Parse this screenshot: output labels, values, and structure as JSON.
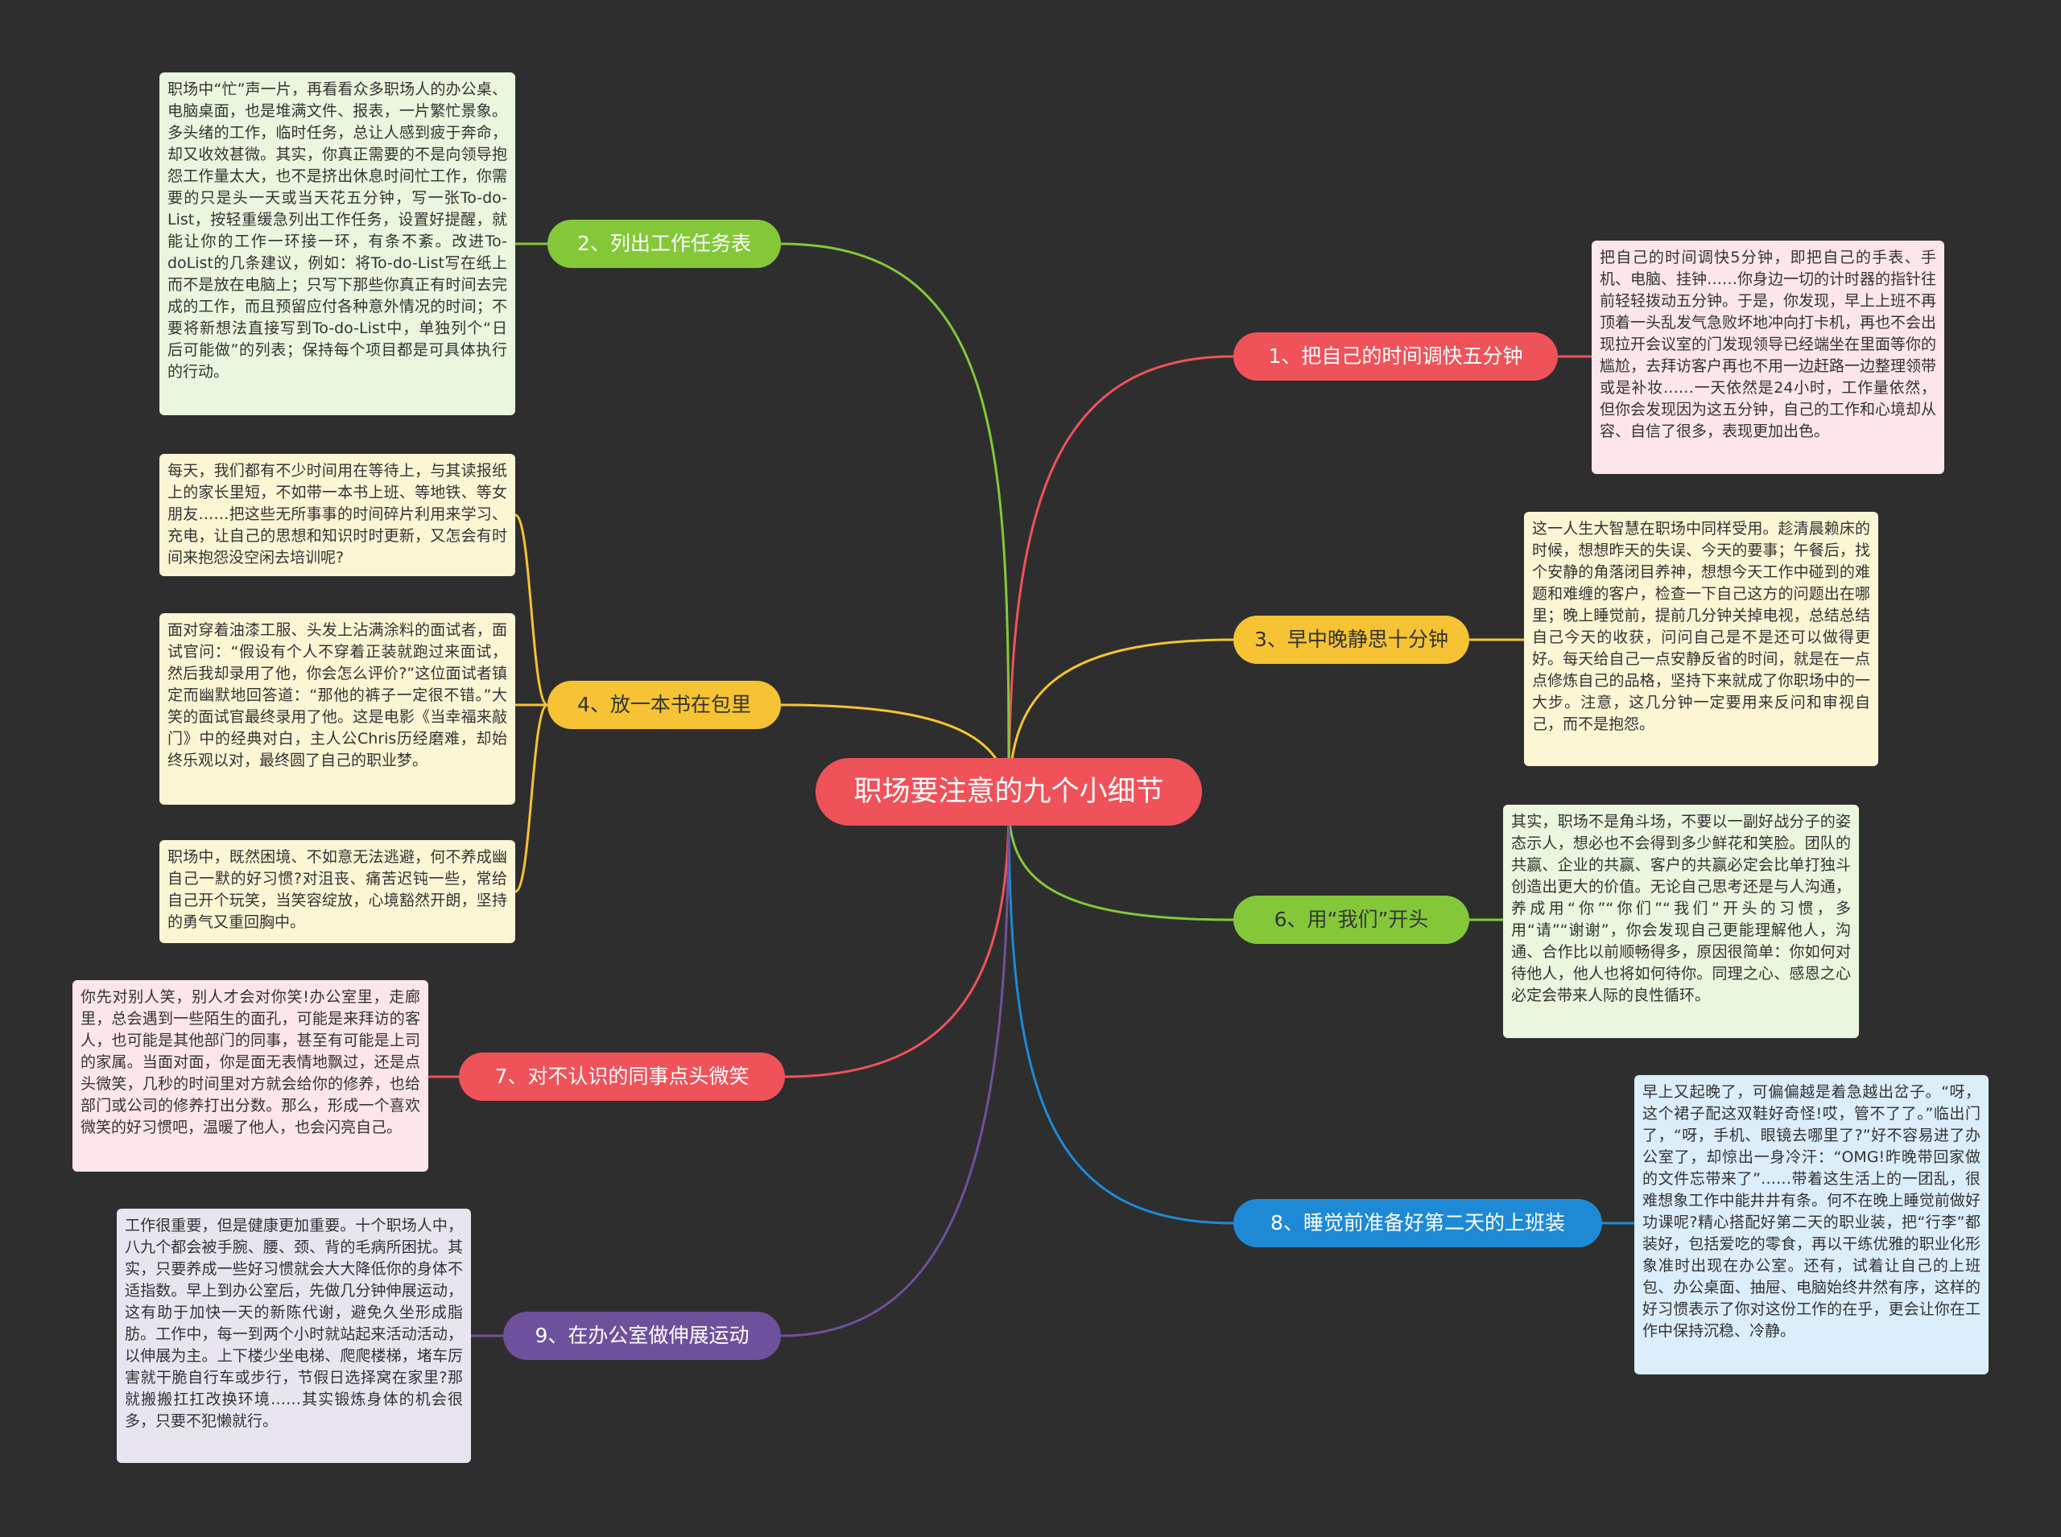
{
  "colors": {
    "background": "#2e2e2e",
    "root": "#f0525a",
    "red": "#f0525a",
    "green": "#84c83a",
    "yellow": "#f5c333",
    "blue": "#1e8ad6",
    "purple": "#6e519c"
  },
  "root": {
    "title": "职场要注意的九个小细节"
  },
  "branches": [
    {
      "label": "1、把自己的时间调快五分钟",
      "notes": [
        "把自己的时间调快5分钟，即把自己的手表、手机、电脑、挂钟……你身边一切的计时器的指针往前轻轻拨动五分钟。于是，你发现，早上上班不再顶着一头乱发气急败坏地冲向打卡机，再也不会出现拉开会议室的门发现领导已经端坐在里面等你的尴尬，去拜访客户再也不用一边赶路一边整理领带或是补妆……一天依然是24小时，工作量依然，但你会发现因为这五分钟，自己的工作和心境却从容、自信了很多，表现更加出色。"
      ]
    },
    {
      "label": "2、列出工作任务表",
      "notes": [
        "职场中“忙”声一片，再看看众多职场人的办公桌、电脑桌面，也是堆满文件、报表，一片繁忙景象。多头绪的工作，临时任务，总让人感到疲于奔命，却又收效甚微。其实，你真正需要的不是向领导抱怨工作量太大，也不是挤出休息时间忙工作，你需要的只是头一天或当天花五分钟，写一张To-do-List，按轻重缓急列出工作任务，设置好提醒，就能让你的工作一环接一环，有条不紊。改进To-doList的几条建议，例如：将To-do-List写在纸上而不是放在电脑上；只写下那些你真正有时间去完成的工作，而且预留应付各种意外情况的时间；不要将新想法直接写到To-do-List中，单独列个“日后可能做”的列表；保持每个项目都是可具体执行的行动。"
      ]
    },
    {
      "label": "3、早中晚静思十分钟",
      "notes": [
        "这一人生大智慧在职场中同样受用。趁清晨赖床的时候，想想昨天的失误、今天的要事；午餐后，找个安静的角落闭目养神，想想今天工作中碰到的难题和难缠的客户，检查一下自己这方的问题出在哪里；晚上睡觉前，提前几分钟关掉电视，总结总结自己今天的收获，问问自己是不是还可以做得更好。每天给自己一点安静反省的时间，就是在一点点修炼自己的品格，坚持下来就成了你职场中的一大步。注意，这几分钟一定要用来反问和审视自己，而不是抱怨。"
      ]
    },
    {
      "label": "4、放一本书在包里",
      "notes": [
        "每天，我们都有不少时间用在等待上，与其读报纸上的家长里短，不如带一本书上班、等地铁、等女朋友……把这些无所事事的时间碎片利用来学习、充电，让自己的思想和知识时时更新，又怎会有时间来抱怨没空闲去培训呢?",
        "面对穿着油漆工服、头发上沾满涂料的面试者，面试官问：“假设有个人不穿着正装就跑过来面试，然后我却录用了他，你会怎么评价?”这位面试者镇定而幽默地回答道：“那他的裤子一定很不错。”大笑的面试官最终录用了他。这是电影《当幸福来敲门》中的经典对白，主人公Chris历经磨难，却始终乐观以对，最终圆了自己的职业梦。",
        "职场中，既然困境、不如意无法逃避，何不养成幽自己一默的好习惯?对沮丧、痛苦迟钝一些，常给自己开个玩笑，当笑容绽放，心境豁然开朗，坚持的勇气又重回胸中。"
      ]
    },
    {
      "label": "6、用“我们”开头",
      "notes": [
        "其实，职场不是角斗场，不要以一副好战分子的姿态示人，想必也不会得到多少鲜花和笑脸。团队的共赢、企业的共赢、客户的共赢必定会比单打独斗创造出更大的价值。无论自己思考还是与人沟通，养成用“你”“你们”“我们”开头的习惯，多用“请”“谢谢”，你会发现自己更能理解他人，沟通、合作比以前顺畅得多，原因很简单：你如何对待他人，他人也将如何待你。同理之心、感恩之心必定会带来人际的良性循环。"
      ]
    },
    {
      "label": "7、对不认识的同事点头微笑",
      "notes": [
        "你先对别人笑，别人才会对你笑!办公室里，走廊里，总会遇到一些陌生的面孔，可能是来拜访的客人，也可能是其他部门的同事，甚至有可能是上司的家属。当面对面，你是面无表情地飘过，还是点头微笑，几秒的时间里对方就会给你的修养，也给部门或公司的修养打出分数。那么，形成一个喜欢微笑的好习惯吧，温暖了他人，也会闪亮自己。"
      ]
    },
    {
      "label": "8、睡觉前准备好第二天的上班装",
      "notes": [
        "早上又起晚了，可偏偏越是着急越出岔子。“呀，这个裙子配这双鞋好奇怪!哎，管不了了。”临出门了，“呀，手机、眼镜去哪里了?”好不容易进了办公室了，却惊出一身冷汗：“OMG!昨晚带回家做的文件忘带来了”……带着这生活上的一团乱，很难想象工作中能井井有条。何不在晚上睡觉前做好功课呢?精心搭配好第二天的职业装，把“行李”都装好，包括爱吃的零食，再以干练优雅的职业化形象准时出现在办公室。还有，试着让自己的上班包、办公桌面、抽屉、电脑始终井然有序，这样的好习惯表示了你对这份工作的在乎，更会让你在工作中保持沉稳、冷静。"
      ]
    },
    {
      "label": "9、在办公室做伸展运动",
      "notes": [
        "工作很重要，但是健康更加重要。十个职场人中，八九个都会被手腕、腰、颈、背的毛病所困扰。其实，只要养成一些好习惯就会大大降低你的身体不适指数。早上到办公室后，先做几分钟伸展运动，这有助于加快一天的新陈代谢，避免久坐形成脂肪。工作中，每一到两个小时就站起来活动活动，以伸展为主。上下楼少坐电梯、爬爬楼梯，堵车厉害就干脆自行车或步行，节假日选择窝在家里?那就搬搬扛扛改换环境……其实锻炼身体的机会很多，只要不犯懒就行。"
      ]
    }
  ]
}
